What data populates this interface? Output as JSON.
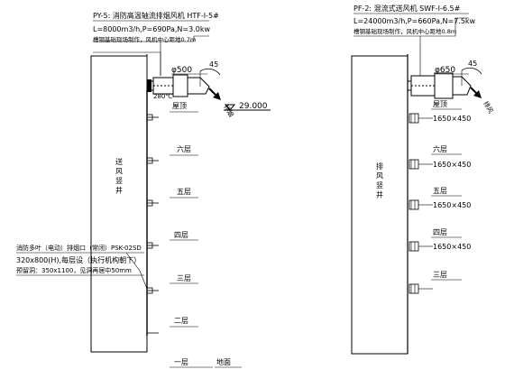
{
  "left": {
    "fan_label": "PY-5: 消防高温轴流排烟风机  HTF-I-5#",
    "fan_spec_line1": "L=8000m3/h,P=690Pa,N=3.0kw",
    "fan_spec_line2": "槽钢基础现场制作，风机中心距地0.7m",
    "duct_dia": "φ500",
    "angle": "45",
    "outlet": "排烟",
    "fire_damper_temp": "280℃",
    "elevation": "29.000",
    "shaft_name": "送 风 竖 井",
    "floors": [
      "屋顶",
      "六层",
      "五层",
      "四层",
      "三层",
      "二层",
      "一层"
    ],
    "ground": "地面",
    "inlet_title": "消防多叶（电动）排烟口（常闭）PSK-02SD",
    "inlet_spec1": "320x800(H),每层设（执行机构朝下）",
    "inlet_spec2": "预留洞：350x1100，见洞再居中50mm"
  },
  "right": {
    "fan_label": "PF-2: 混流式送风机  SWF-I-6.5#",
    "fan_spec_line1": "L=24000m3/h,P=660Pa,N=7.5kw",
    "fan_spec_line2": "槽钢基础现场制作，风机中心距地0.8m",
    "duct_dia": "φ650",
    "angle": "45",
    "outlet": "排风",
    "shaft_name": "排 风 竖 井",
    "floors": [
      "屋顶",
      "六层",
      "五层",
      "四层",
      "三层"
    ],
    "grille": "1650×450"
  }
}
